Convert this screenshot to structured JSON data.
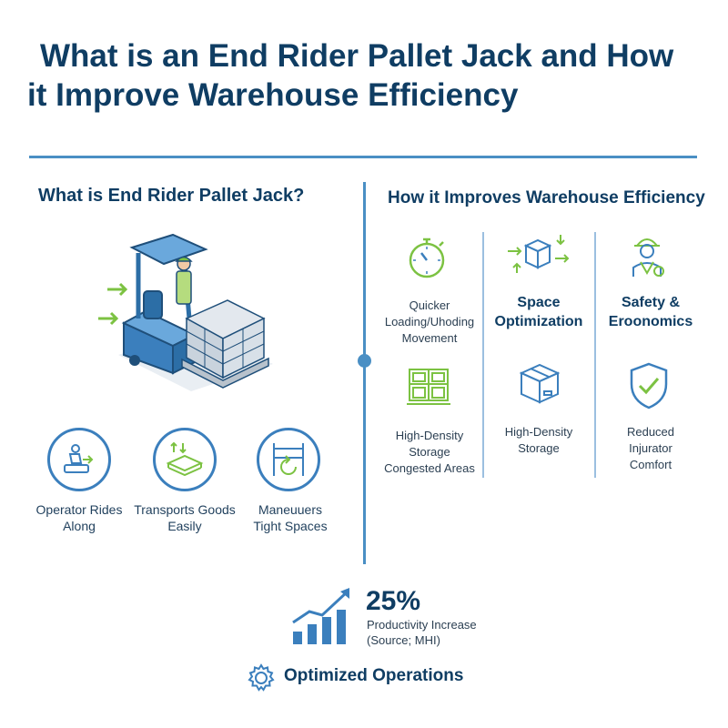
{
  "title": {
    "line1": "What is an End Rider Pallet Jack and How",
    "line2": "it Improve Warehouse Efficiency"
  },
  "left": {
    "heading": "What is End Rider Pallet Jack?",
    "features": [
      {
        "icon": "operator-riding-icon",
        "label_line1": "Operator Rides",
        "label_line2": "Along"
      },
      {
        "icon": "pallet-goods-icon",
        "label_line1": "Transports Goods",
        "label_line2": "Easily"
      },
      {
        "icon": "maneuver-arrow-icon",
        "label_line1": "Maneuuers",
        "label_line2": "Tight Spaces"
      }
    ]
  },
  "right": {
    "heading": "How it Improves Warehouse Efficiency",
    "columns": [
      {
        "top_icon": "stopwatch-icon",
        "top_label_lines": [
          "Quicker",
          "Loading/Uhoding",
          "Movement"
        ],
        "bottom_icon": "storage-rack-icon",
        "bottom_label_lines": [
          "High-Density",
          "Storage",
          "Congested Areas"
        ]
      },
      {
        "top_icon": "box-arrows-icon",
        "top_label_lines": [
          "Space",
          "Optimization"
        ],
        "bottom_icon": "box-icon",
        "bottom_label_lines": [
          "High-Density",
          "Storage"
        ]
      },
      {
        "top_icon": "worker-hardhat-icon",
        "top_label_lines": [
          "Safety &",
          "Eroonomics"
        ],
        "bottom_icon": "shield-check-icon",
        "bottom_label_lines": [
          "Reduced",
          "Injurator",
          "Comfort"
        ]
      }
    ]
  },
  "stat": {
    "value": "25%",
    "caption_line1": "Productivity Increase",
    "caption_line2": "(Source; MHI)"
  },
  "footer": {
    "label": "Optimized Operations"
  },
  "colors": {
    "navy": "#0f3d63",
    "blue": "#3b7fbd",
    "green": "#7cc242"
  }
}
